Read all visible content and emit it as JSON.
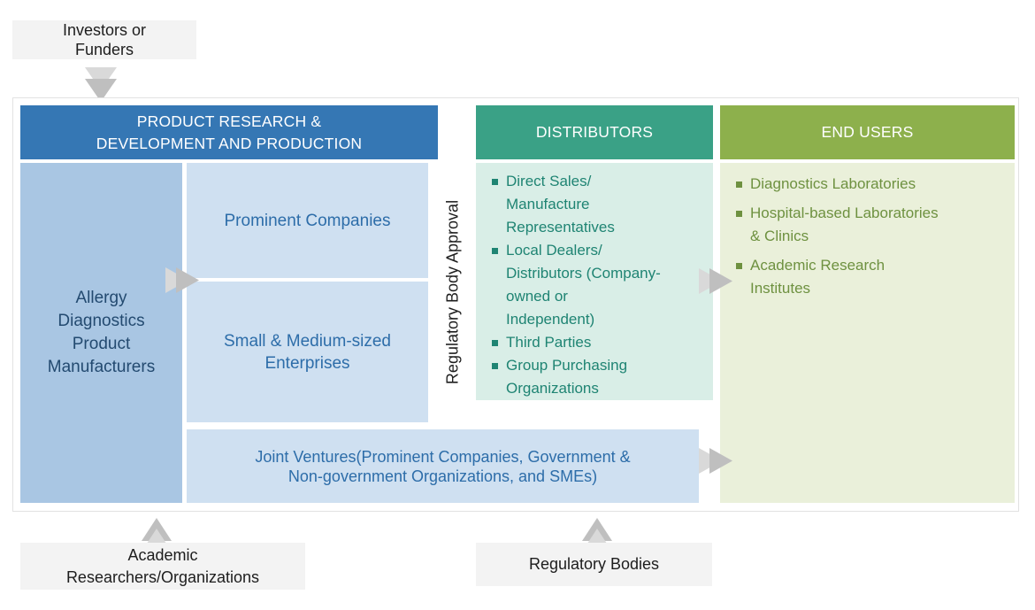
{
  "colors": {
    "rd_header_bg": "#3577b4",
    "distributors_header_bg": "#3aa186",
    "end_users_header_bg": "#8db04c",
    "manufacturers_bg": "#a9c6e3",
    "light_blue_bg": "#cfe0f1",
    "distributors_body_bg": "#d9eee7",
    "end_users_body_bg": "#eaf0da",
    "blue_text": "#2d6da9",
    "manufacturers_text": "#234a70",
    "distributors_text": "#1f8473",
    "end_users_text": "#6e9140",
    "label_box_bg": "#f3f3f3",
    "arrow_light": "#d9d9d9",
    "arrow_dark": "#bfbfbf"
  },
  "top": {
    "investors_label": "Investors or\nFunders"
  },
  "main": {
    "rd_header": "PRODUCT RESEARCH &\nDEVELOPMENT AND PRODUCTION",
    "manufacturers_label": "Allergy\nDiagnostics\nProduct\nManufacturers",
    "prominent_label": "Prominent Companies",
    "sme_label": "Small & Medium-sized\nEnterprises",
    "joint_ventures_label": "Joint Ventures(Prominent Companies, Government &\nNon-government Organizations, and SMEs)",
    "regulatory_approval_label": "Regulatory Body Approval",
    "distributors": {
      "header": "DISTRIBUTORS",
      "items": [
        "Direct Sales/\nManufacture\nRepresentatives",
        "Local Dealers/\nDistributors (Company-\nowned or\nIndependent)",
        "Third Parties",
        "Group Purchasing\nOrganizations"
      ]
    },
    "end_users": {
      "header": "END USERS",
      "items": [
        "Diagnostics Laboratories",
        "Hospital-based Laboratories\n& Clinics",
        "Academic Research\nInstitutes"
      ]
    }
  },
  "bottom": {
    "academic_label": "Academic\nResearchers/Organizations",
    "regulatory_label": "Regulatory Bodies"
  }
}
